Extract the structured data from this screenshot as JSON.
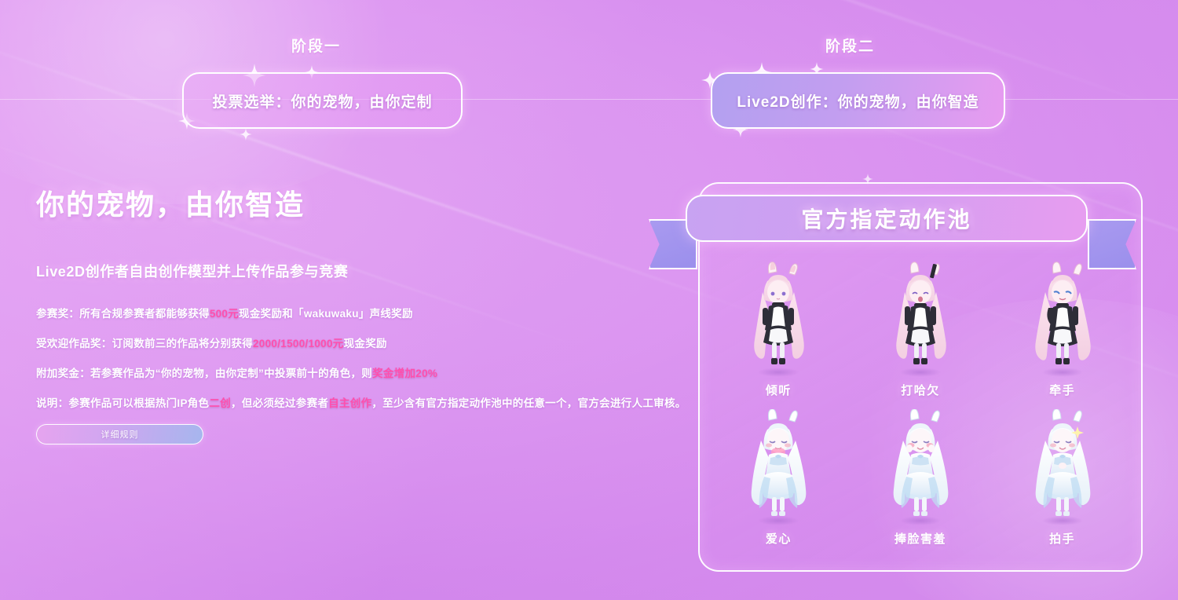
{
  "phases": [
    {
      "title": "阶段一",
      "box_label": "投票选举：你的宠物，由你定制"
    },
    {
      "title": "阶段二",
      "box_label": "Live2D创作：你的宠物，由你智造"
    }
  ],
  "left": {
    "headline": "你的宠物，由你智造",
    "subhead": "Live2D创作者自由创作模型并上传作品参与竞赛",
    "bullets": [
      {
        "pre": "参赛奖：所有合规参赛者都能够获得",
        "hl": "500元",
        "post": "现金奖励和「wakuwaku」声线奖励"
      },
      {
        "pre": "受欢迎作品奖：订阅数前三的作品将分别获得",
        "hl": "2000/1500/1000元",
        "post": "现金奖励"
      },
      {
        "pre": "附加奖金：若参赛作品为“你的宠物，由你定制”中投票前十的角色，则",
        "hl": "奖金增加20%",
        "post": ""
      },
      {
        "pre": "说明：参赛作品可以根据热门IP角色",
        "hl": "二创",
        "mid": "，但必须经过参赛者",
        "hl2": "自主创作",
        "post": "，至少含有官方指定动作池中的任意一个，官方会进行人工审核。"
      }
    ],
    "rules_button": "详细规则"
  },
  "pool": {
    "banner_title": "官方指定动作池",
    "characters": [
      {
        "label": "倾听",
        "style": "maid"
      },
      {
        "label": "打哈欠",
        "style": "maid"
      },
      {
        "label": "牵手",
        "style": "maid"
      },
      {
        "label": "爱心",
        "style": "angel"
      },
      {
        "label": "捧脸害羞",
        "style": "angel"
      },
      {
        "label": "拍手",
        "style": "angel"
      }
    ]
  },
  "colors": {
    "background_start": "#e2a4f3",
    "background_end": "#cb7fe8",
    "highlight_pink": "#ff4fae",
    "accent_purple": "#a99af0",
    "text_white": "#ffffff"
  }
}
